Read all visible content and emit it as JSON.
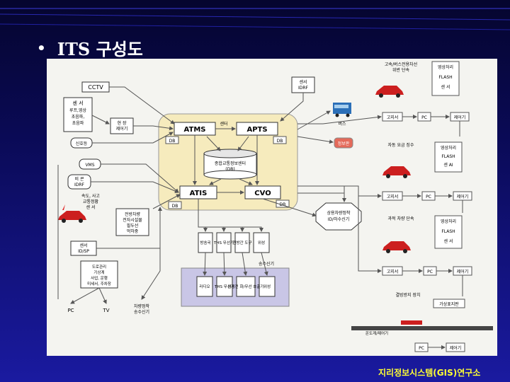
{
  "slide": {
    "bullet": "•",
    "title": "ITS 구성도",
    "footer": "지리정보시스템(GIS)연구소"
  },
  "diagram": {
    "center": {
      "atms": "ATMS",
      "apts": "APTS",
      "atis": "ATIS",
      "cvo": "CVO",
      "db_label": "DB",
      "center_label": "센터",
      "cylinder_line1": "종합교통정보센터",
      "cylinder_line2": "(DB)"
    },
    "left": {
      "cctv": "CCTV",
      "sensor_title": "센 서",
      "sensor_lines": [
        "루프,영상",
        "초음파,",
        "초음파"
      ],
      "field_controller": [
        "현 장",
        "제어기"
      ],
      "signal": "신호등",
      "vms": "VMS",
      "beacon": [
        "비 콘",
        "IDRF"
      ],
      "speed_sensor": [
        "속도, 사고",
        "교통정황",
        "센 서"
      ],
      "vehicle_electronics": [
        "전방차량",
        "전자시설물",
        "필두선",
        "먹하중"
      ],
      "sensor_idsp": [
        "센서",
        "ID/SP"
      ],
      "roadside": [
        "도로관리",
        "기상계",
        "사업, 운행",
        "미세서, 주차장"
      ],
      "pc": "PC",
      "tv": "TV",
      "vehicle_terminal": [
        "차량정착",
        "송수신기"
      ]
    },
    "top": {
      "sensor_idrf": [
        "센서",
        "IDRF"
      ],
      "bus": "버스",
      "info_board": "정보판"
    },
    "middle": {
      "devices_top": [
        "방송국",
        "THS 무선기",
        "전방간 도구",
        "위성"
      ],
      "tx_label": "송수신기",
      "devices_bottom": [
        "라디오",
        "THS 무선기",
        "이동전 화/무선 호출기",
        "위성"
      ],
      "octagon": [
        "상용차량정착",
        "ID/하수신기"
      ]
    },
    "right": {
      "enforce_title": [
        "고속/버스전용차선",
        "위반 단속"
      ],
      "toll_title": "자동 요금 징수",
      "overweight_title": "과적 차량 단속",
      "collision_title": "결빙방지 장치",
      "video": "영상처리",
      "flash": "FLASH",
      "sensor": "센 서",
      "sensor_ai": "센 AI",
      "cabinet": "고지서",
      "pc": "PC",
      "controller": "제어기",
      "speed_board": "가상표지판",
      "road_surface": "온도계/제어기"
    }
  }
}
